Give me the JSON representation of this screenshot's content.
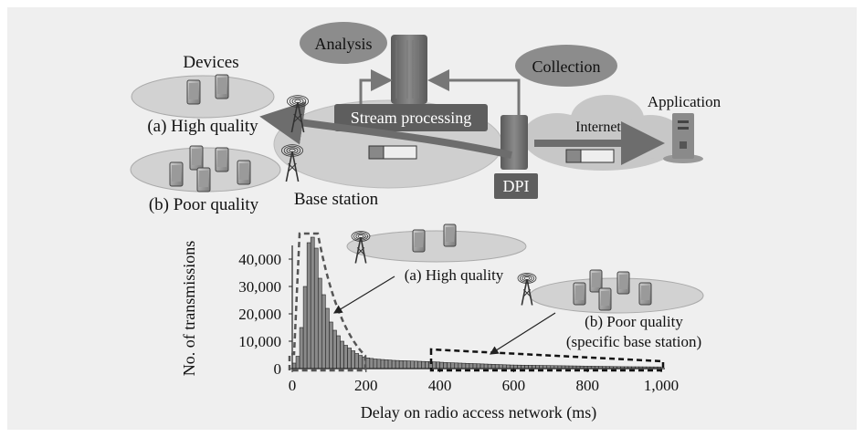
{
  "diagram": {
    "labels": {
      "analysis": "Analysis",
      "collection": "Collection",
      "devices": "Devices",
      "application": "Application",
      "stream_processing": "Stream processing",
      "internet": "Internet",
      "high_quality": "(a) High quality",
      "poor_quality": "(b) Poor quality",
      "base_station": "Base station",
      "dpi": "DPI"
    }
  },
  "chart_data": {
    "type": "bar",
    "xlabel": "Delay on radio access network (ms)",
    "ylabel": "No. of transmissions",
    "xlim": [
      0,
      1000
    ],
    "ylim": [
      0,
      45000
    ],
    "x_ticks": [
      "0",
      "200",
      "400",
      "600",
      "800",
      "1,000"
    ],
    "y_ticks": [
      "0",
      "10,000",
      "20,000",
      "30,000",
      "40,000"
    ],
    "bin_width_ms": 10,
    "values": [
      2000,
      4500,
      15000,
      30000,
      46000,
      48000,
      44000,
      33000,
      27000,
      22000,
      17000,
      14000,
      12000,
      10000,
      8500,
      7500,
      6500,
      5500,
      4800,
      4200,
      3900,
      3700,
      3500,
      3400,
      3300,
      3200,
      3100,
      3000,
      2950,
      2900,
      2850,
      2800,
      2750,
      2700,
      2650,
      2600,
      2550,
      2500,
      2450,
      2400,
      2300,
      2200,
      2150,
      2100,
      2050,
      2000,
      1950,
      1900,
      1850,
      1800,
      1750,
      1700,
      1650,
      1600,
      1550,
      1500,
      1450,
      1400,
      1350,
      1300,
      1280,
      1260,
      1240,
      1220,
      1200,
      1180,
      1160,
      1140,
      1120,
      1100,
      1080,
      1060,
      1040,
      1020,
      1000,
      980,
      960,
      940,
      920,
      900,
      880,
      860,
      840,
      820,
      800,
      780,
      760,
      740,
      720,
      700,
      690,
      680,
      670,
      660,
      650,
      640,
      630,
      620,
      610,
      600
    ],
    "annotations": {
      "high": "(a) High quality",
      "poor_line1": "(b) Poor quality",
      "poor_line2": "(specific base station)"
    }
  }
}
